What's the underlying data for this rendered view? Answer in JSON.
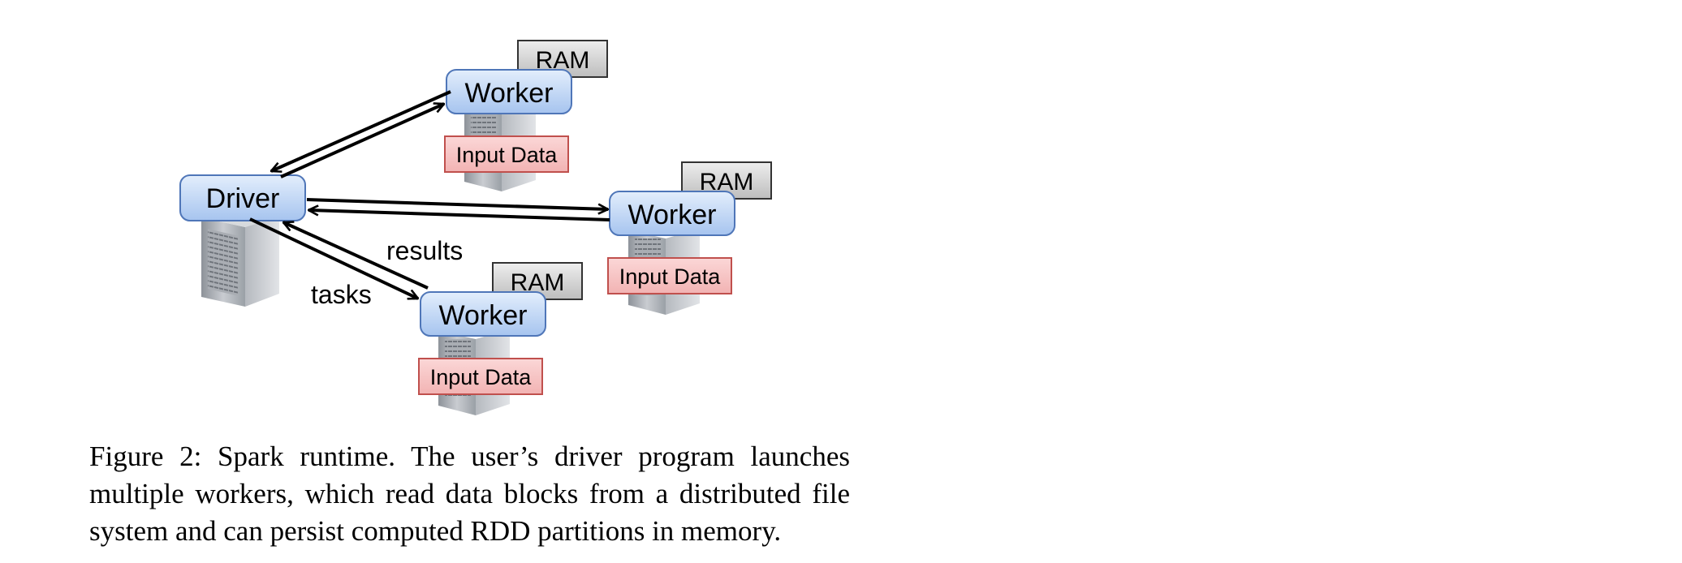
{
  "diagram": {
    "driver": {
      "label": "Driver"
    },
    "workers": [
      {
        "label": "Worker",
        "memory_label": "RAM",
        "storage_label": "Input Data"
      },
      {
        "label": "Worker",
        "memory_label": "RAM",
        "storage_label": "Input Data"
      },
      {
        "label": "Worker",
        "memory_label": "RAM",
        "storage_label": "Input Data"
      }
    ],
    "edge_labels": {
      "results": "results",
      "tasks": "tasks"
    },
    "colors": {
      "node_fill_top": "#dce9fb",
      "node_fill_bottom": "#a8c6f0",
      "node_stroke": "#4f76b8",
      "ram_fill": "#cfcfcf",
      "input_fill": "#f6c6c6",
      "input_stroke": "#c0504d",
      "server_body": "#b8bcc2"
    }
  },
  "caption": {
    "lines": [
      "Figure 2: Spark runtime. The user’s driver program launches",
      "multiple workers, which read data blocks from a distributed file",
      "system and can persist computed RDD partitions in memory."
    ]
  }
}
